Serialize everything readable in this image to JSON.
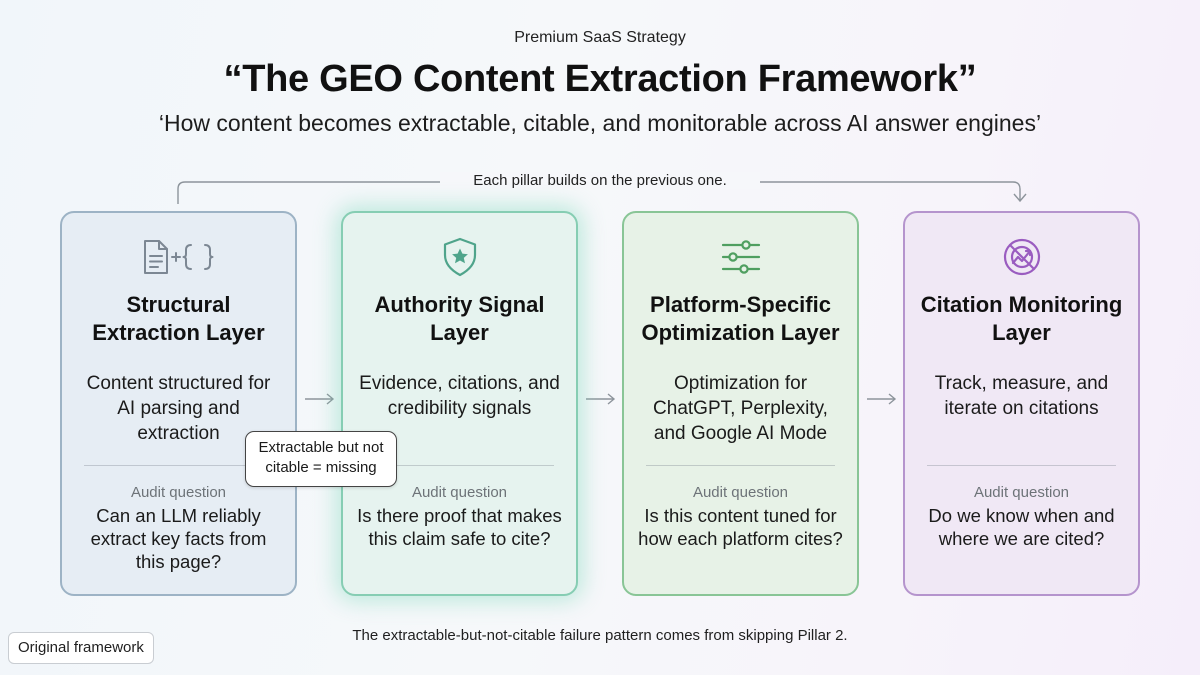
{
  "header": {
    "eyebrow": "Premium SaaS Strategy",
    "title": "“The GEO Content Extraction Framework”",
    "subtitle": "‘How content becomes extractable, citable, and monitorable across AI answer engines’"
  },
  "flow": {
    "label": "Each pillar builds on the previous one."
  },
  "pillars": [
    {
      "icon": "document-code-icon",
      "title": "Structural Extraction Layer",
      "description": "Content structured for AI parsing and extraction",
      "audit_label": "Audit question",
      "audit_question": "Can an LLM reliably extract key facts from this page?",
      "accent": "#9db3c5"
    },
    {
      "icon": "shield-star-icon",
      "title": "Authority Signal Layer",
      "description": "Evidence, citations, and credibility signals",
      "audit_label": "Audit question",
      "audit_question": "Is there proof that makes this claim safe to cite?",
      "accent": "#4fa48b"
    },
    {
      "icon": "sliders-icon",
      "title": "Platform-Specific Optimization Layer",
      "description": "Optimization for ChatGPT, Perplexity, and Google AI Mode",
      "audit_label": "Audit question",
      "audit_question": "Is this content tuned for how each platform cites?",
      "accent": "#4f9f60"
    },
    {
      "icon": "monitor-target-icon",
      "title": "Citation Monitoring Layer",
      "description": "Track, measure, and iterate on citations",
      "audit_label": "Audit question",
      "audit_question": "Do we know when and where we are cited?",
      "accent": "#9a5cc0"
    }
  ],
  "callout": {
    "text": "Extractable but not citable = missing"
  },
  "footer": {
    "note": "The extractable-but-not-citable failure pattern comes from skipping Pillar 2.",
    "badge": "Original framework"
  }
}
